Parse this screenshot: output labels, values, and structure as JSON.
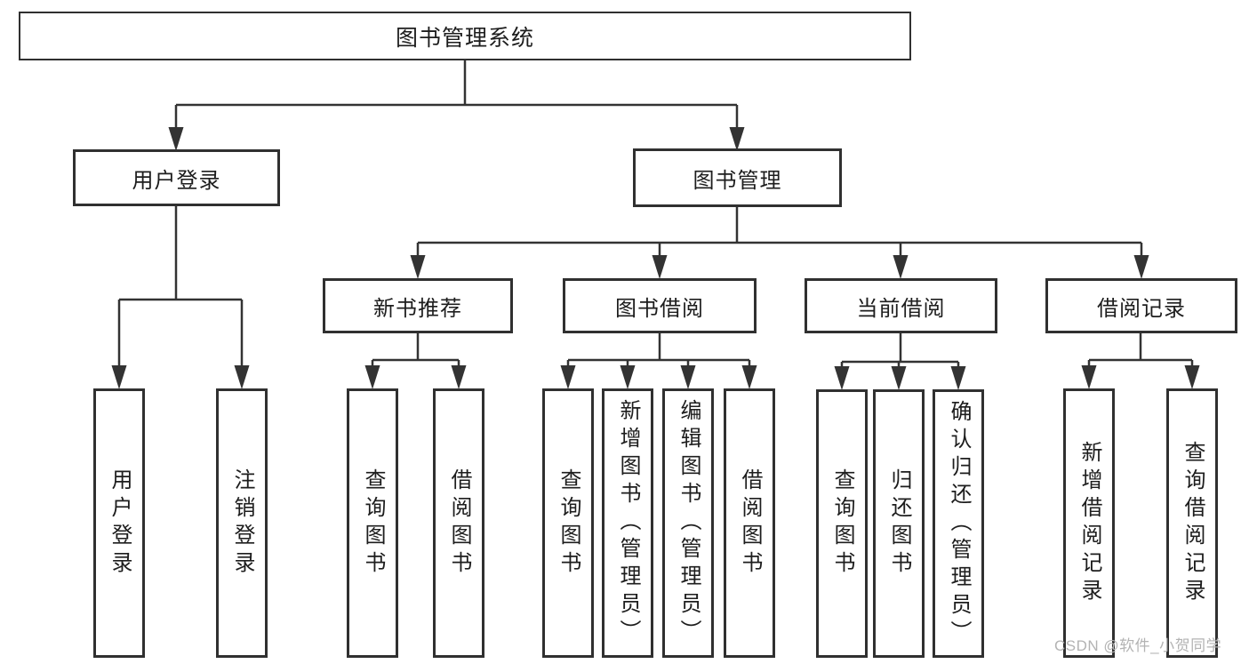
{
  "diagram": {
    "root": {
      "label": "图书管理系统"
    },
    "level2": [
      {
        "id": "user-login",
        "label": "用户登录"
      },
      {
        "id": "book-management",
        "label": "图书管理"
      }
    ],
    "level3": [
      {
        "id": "new-book-recommend",
        "label": "新书推荐"
      },
      {
        "id": "book-borrow",
        "label": "图书借阅"
      },
      {
        "id": "current-borrow",
        "label": "当前借阅"
      },
      {
        "id": "borrow-record",
        "label": "借阅记录"
      }
    ],
    "leaves": [
      {
        "id": "leaf-user-login",
        "label": "用户登录"
      },
      {
        "id": "leaf-logout",
        "label": "注销登录"
      },
      {
        "id": "leaf-query-books-1",
        "label": "查询图书"
      },
      {
        "id": "leaf-borrow-books-1",
        "label": "借阅图书"
      },
      {
        "id": "leaf-query-books-2",
        "label": "查询图书"
      },
      {
        "id": "leaf-add-books-admin",
        "label": "新增图书（管理员）"
      },
      {
        "id": "leaf-edit-books-admin",
        "label": "编辑图书（管理员）"
      },
      {
        "id": "leaf-borrow-books-2",
        "label": "借阅图书"
      },
      {
        "id": "leaf-query-books-3",
        "label": "查询图书"
      },
      {
        "id": "leaf-return-books",
        "label": "归还图书"
      },
      {
        "id": "leaf-confirm-return-admin",
        "label": "确认归还（管理员）"
      },
      {
        "id": "leaf-add-borrow-record",
        "label": "新增借阅记录"
      },
      {
        "id": "leaf-query-borrow-record",
        "label": "查询借阅记录"
      }
    ]
  },
  "watermark": {
    "text": "CSDN @软件_小贺同学"
  },
  "colors": {
    "line": "#333333",
    "box_border": "#303030",
    "text": "#1d1d1d",
    "watermark": "#b3b3b3",
    "background": "#ffffff"
  }
}
